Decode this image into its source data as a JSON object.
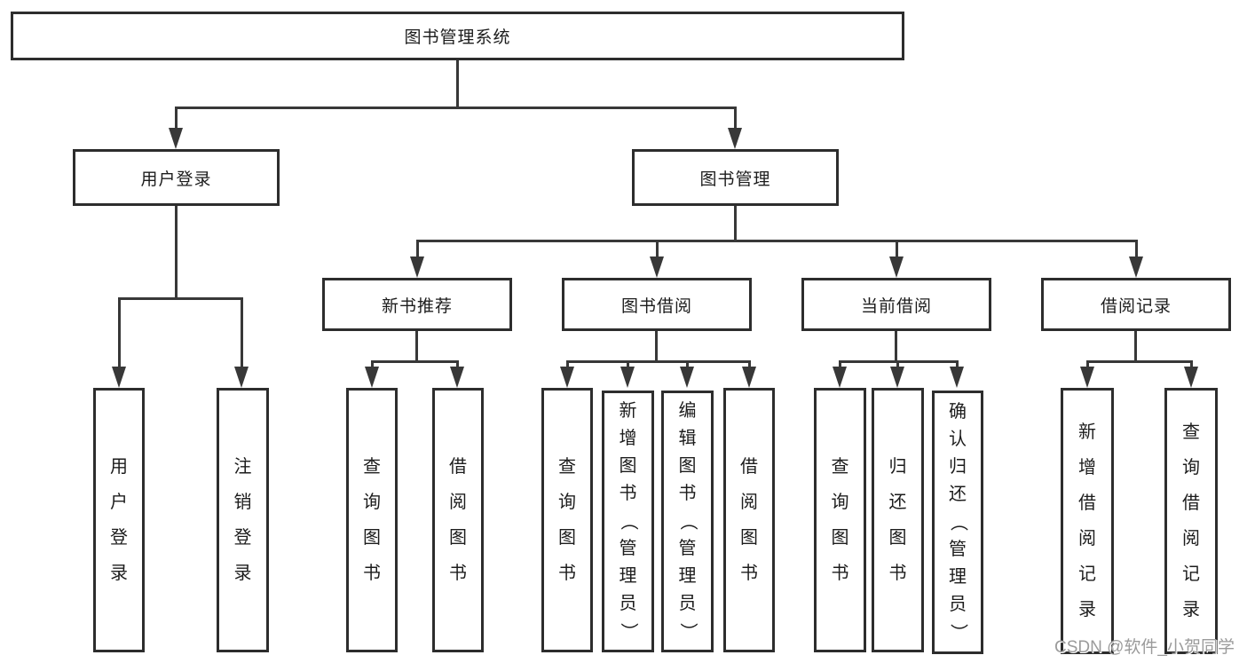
{
  "diagram": {
    "root": {
      "label": "图书管理系统"
    },
    "level2": [
      {
        "label": "用户登录"
      },
      {
        "label": "图书管理"
      }
    ],
    "level3": [
      {
        "label": "新书推荐"
      },
      {
        "label": "图书借阅"
      },
      {
        "label": "当前借阅"
      },
      {
        "label": "借阅记录"
      }
    ],
    "leaves": {
      "user_login": [
        "用户登录",
        "注销登录"
      ],
      "new_book": [
        "查询图书",
        "借阅图书"
      ],
      "book_borrow": [
        "查询图书",
        "新增图书（管理员）",
        "编辑图书（管理员）",
        "借阅图书"
      ],
      "current_borrow": [
        "查询图书",
        "归还图书",
        "确认归还（管理员）"
      ],
      "borrow_records": [
        "新增借阅记录",
        "查询借阅记录"
      ]
    },
    "line_color": "#383838",
    "border_color": "#2d2d2d"
  },
  "watermark": {
    "text": "CSDN @软件_小贺同学"
  }
}
